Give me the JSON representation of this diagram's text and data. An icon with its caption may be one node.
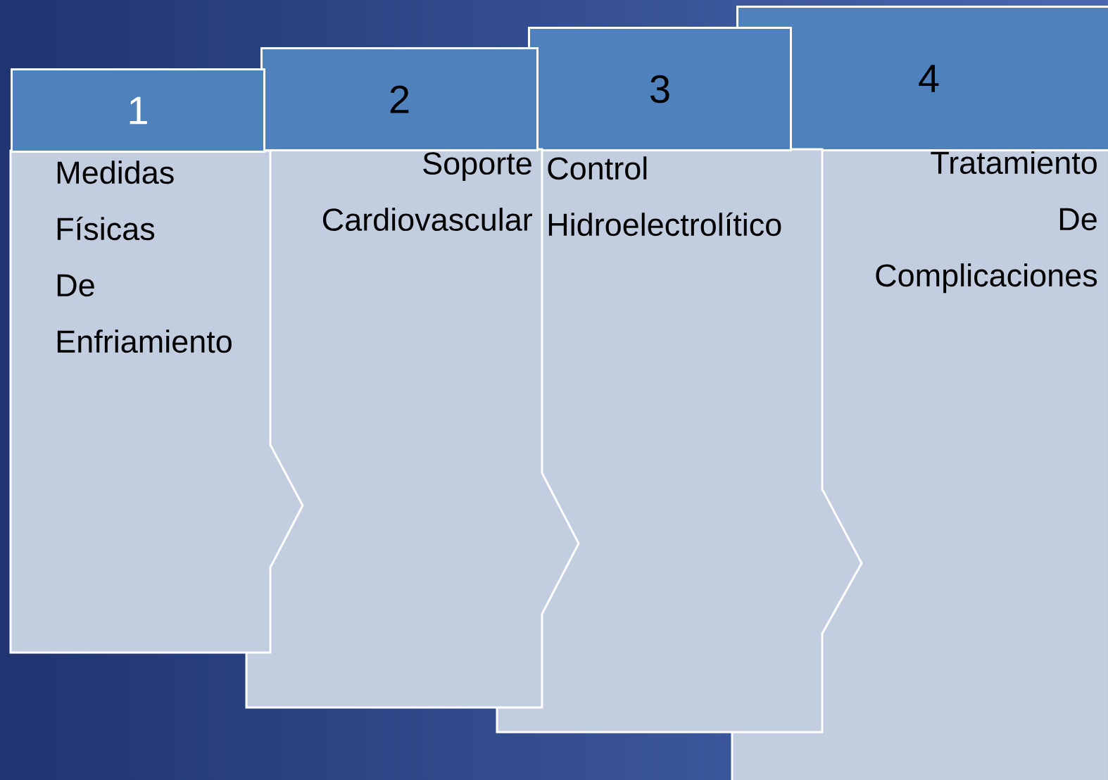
{
  "diagram": {
    "nodes": [
      {
        "text": [
          "1"
        ]
      },
      {
        "text": [
          "Medidas Físicas De Enfriamiento"
        ]
      },
      {
        "text": [
          "2"
        ]
      },
      {
        "text": [
          "Soporte Cardiovascular"
        ]
      },
      {
        "text": [
          "3"
        ]
      },
      {
        "text": [
          "Control Hidroelectrolítico"
        ]
      },
      {
        "text": [
          "4"
        ]
      },
      {
        "text": [
          "Tratamiento De Complicaciones"
        ]
      }
    ]
  }
}
